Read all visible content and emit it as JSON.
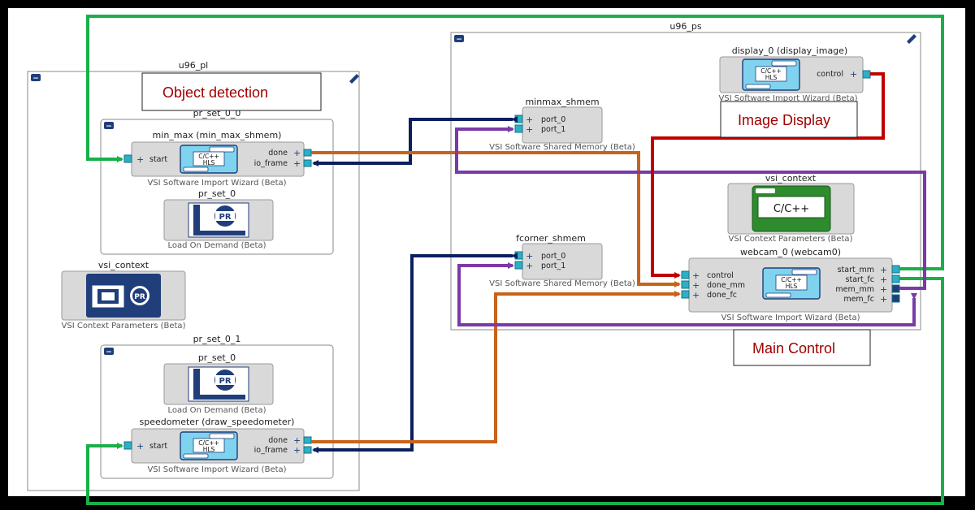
{
  "colors": {
    "green": "#19b04a",
    "navy": "#0b1f5e",
    "orange": "#c8631a",
    "purple": "#7b3aa6",
    "red": "#c00000",
    "port": "#2bb0c8",
    "block_bg": "#d9d9d9",
    "container_bg": "#ffffff",
    "group_border": "#8a8a8a",
    "label_text": "#a00000"
  },
  "u96_pl": {
    "title": "u96_pl",
    "collapse": "−",
    "pr_set_0_0": {
      "title": "pr_set_0_0",
      "min_max": {
        "name": "min_max (min_max_shmem)",
        "ip_label": "C/C++\nHLS",
        "ports_left": [
          "start"
        ],
        "ports_right": [
          "done",
          "io_frame"
        ],
        "caption": "VSI Software Import Wizard (Beta)"
      },
      "pr_set_0": {
        "name": "pr_set_0",
        "caption": "Load On Demand (Beta)"
      }
    },
    "vsi_context": {
      "name": "vsi_context",
      "caption": "VSI Context Parameters (Beta)"
    },
    "pr_set_0_1": {
      "title": "pr_set_0_1",
      "pr_set_0": {
        "name": "pr_set_0",
        "caption": "Load On Demand (Beta)"
      },
      "speedometer": {
        "name": "speedometer (draw_speedometer)",
        "ip_label": "C/C++\nHLS",
        "ports_left": [
          "start"
        ],
        "ports_right": [
          "done",
          "io_frame"
        ],
        "caption": "VSI Software Import Wizard (Beta)"
      }
    }
  },
  "u96_ps": {
    "title": "u96_ps",
    "collapse": "−",
    "display_0": {
      "name": "display_0 (display_image)",
      "ip_label": "C/C++\nHLS",
      "ports_right": [
        "control"
      ],
      "caption": "VSI Software Import Wizard (Beta)"
    },
    "minmax_shmem": {
      "name": "minmax_shmem",
      "ports_left": [
        "port_0",
        "port_1"
      ],
      "caption": "VSI Software Shared Memory (Beta)"
    },
    "vsi_context": {
      "name": "vsi_context",
      "ip_label": "C/C++",
      "caption": "VSI Context Parameters (Beta)"
    },
    "fcorner_shmem": {
      "name": "fcorner_shmem",
      "ports_left": [
        "port_0",
        "port_1"
      ],
      "caption": "VSI Software Shared Memory (Beta)"
    },
    "webcam_0": {
      "name": "webcam_0 (webcam0)",
      "ip_label": "C/C++\nHLS",
      "ports_left": [
        "control",
        "done_mm",
        "done_fc"
      ],
      "ports_right": [
        "start_mm",
        "start_fc",
        "mem_mm",
        "mem_fc"
      ],
      "caption": "VSI Software Import Wizard (Beta)"
    }
  },
  "labels": {
    "object_detection": "Object detection",
    "image_display": "Image Display",
    "main_control": "Main Control"
  },
  "icons": {
    "pin": "pin-icon",
    "collapse": "collapse-icon",
    "pr": "PR"
  }
}
